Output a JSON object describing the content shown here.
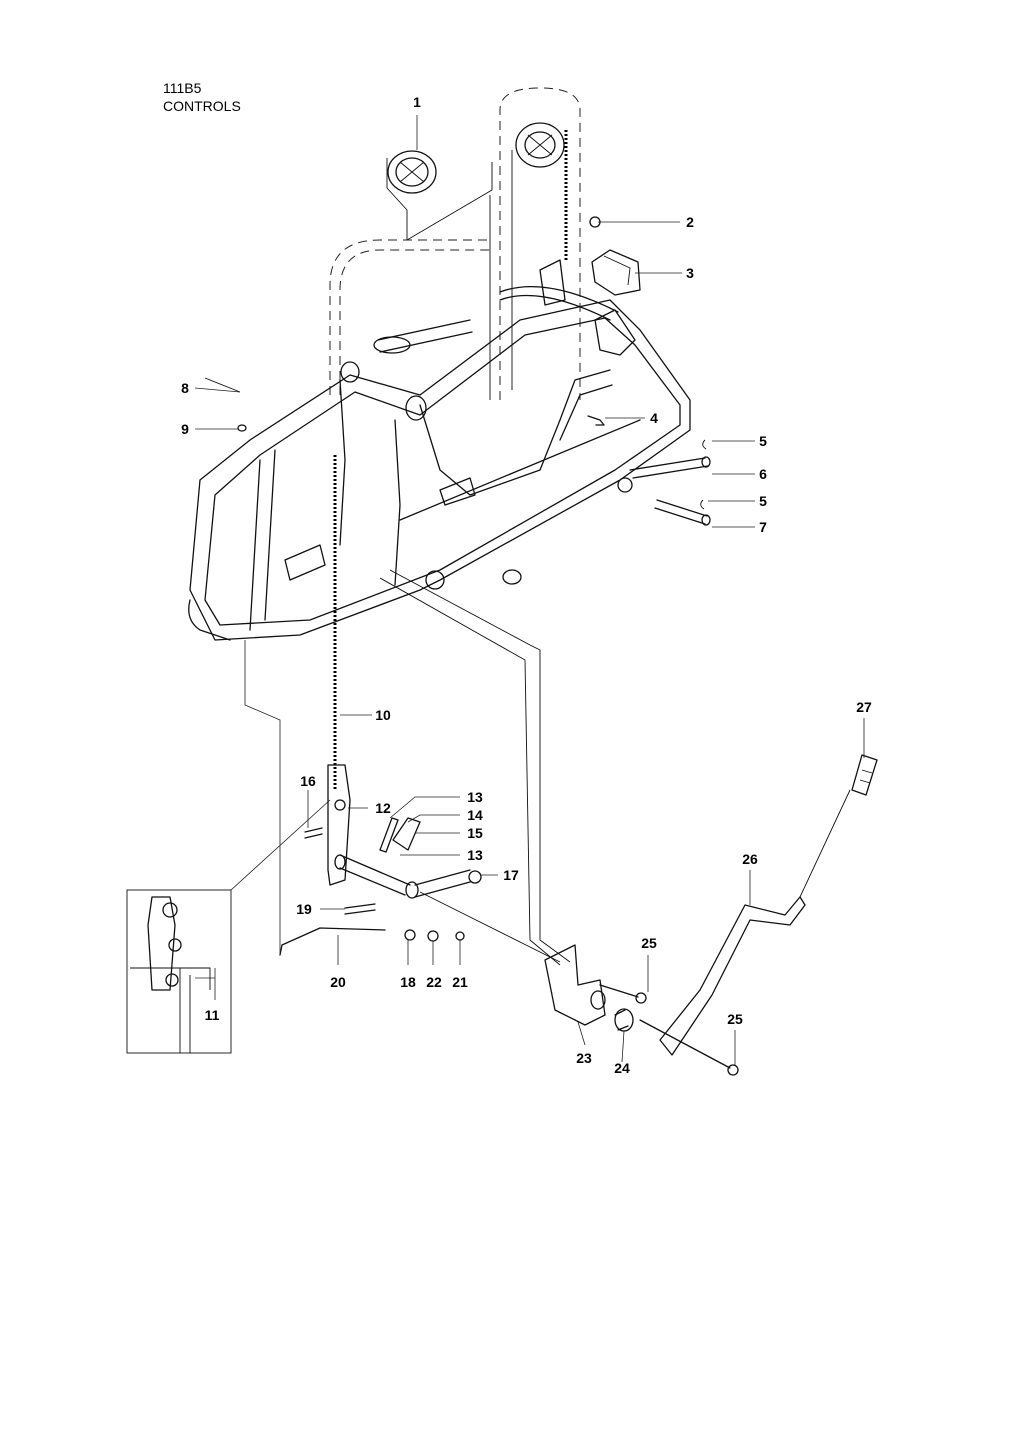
{
  "header": {
    "code": "111B5",
    "title": "CONTROLS"
  },
  "callouts": [
    "1",
    "2",
    "3",
    "4",
    "5",
    "6",
    "5",
    "7",
    "8",
    "9",
    "10",
    "16",
    "12",
    "13",
    "14",
    "15",
    "13",
    "17",
    "19",
    "20",
    "18",
    "22",
    "21",
    "25",
    "26",
    "27",
    "23",
    "24",
    "25",
    "11"
  ]
}
